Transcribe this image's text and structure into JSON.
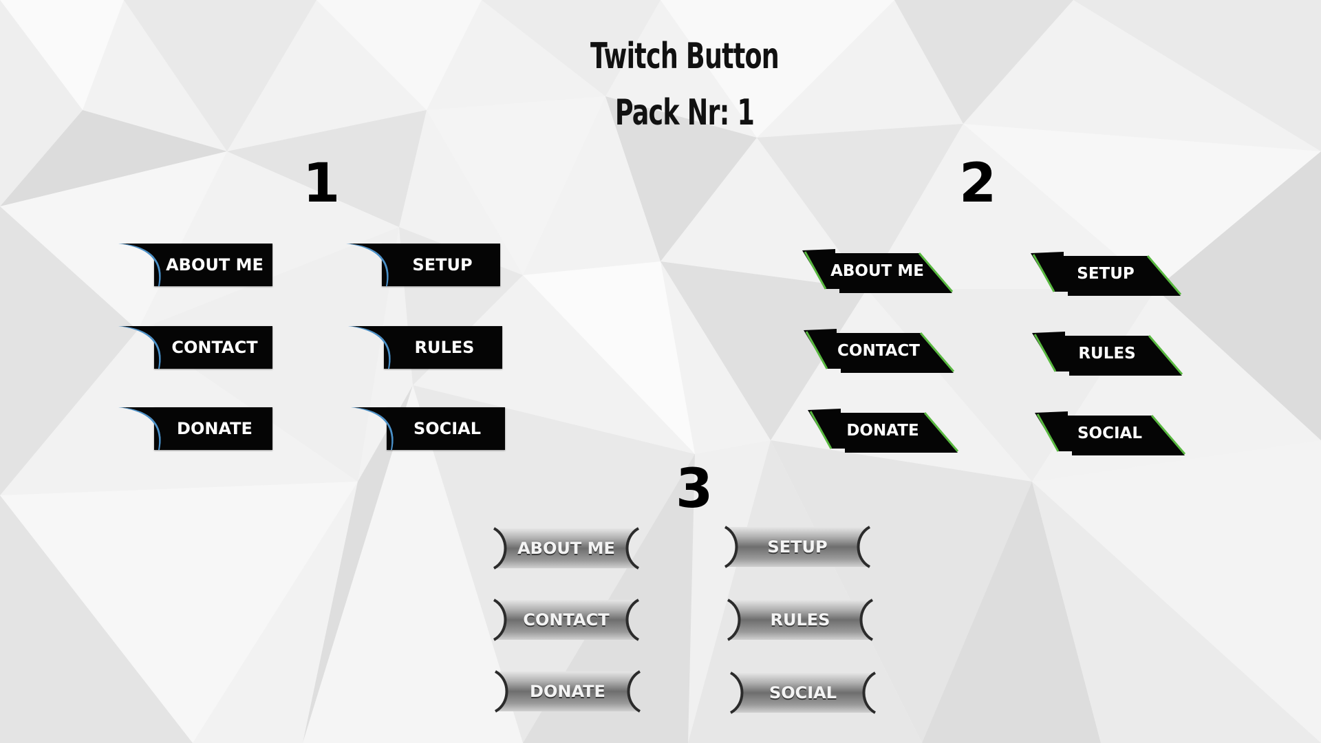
{
  "title": {
    "line1": "Twitch Button",
    "line2": "Pack Nr: 1"
  },
  "packs": [
    {
      "number": "1",
      "buttons": [
        "ABOUT ME",
        "SETUP",
        "CONTACT",
        "RULES",
        "DONATE",
        "SOCIAL"
      ]
    },
    {
      "number": "2",
      "buttons": [
        "ABOUT ME",
        "SETUP",
        "CONTACT",
        "RULES",
        "DONATE",
        "SOCIAL"
      ]
    },
    {
      "number": "3",
      "buttons": [
        "ABOUT ME",
        "SETUP",
        "CONTACT",
        "RULES",
        "DONATE",
        "SOCIAL"
      ]
    }
  ],
  "colors": {
    "pack1_accent": "#4a90c8",
    "pack2_accent": "#59b840",
    "button_dark": "#050505",
    "pack3_metal": "#8a8a8a"
  }
}
